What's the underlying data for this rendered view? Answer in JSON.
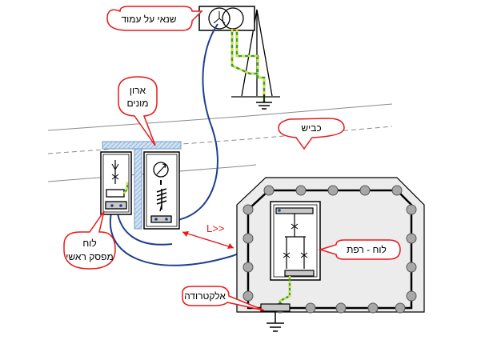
{
  "labels": {
    "pole_transformer": "שנאי על עמוד",
    "meter_cabinet_line1": "ארון",
    "meter_cabinet_line2": "מונים",
    "road": "כביש",
    "main_breaker_panel_line1": "לוח",
    "main_breaker_panel_line2": "מפסק ראשי",
    "floor_panel": "לוח - רפת",
    "electrode": "אלקטרודה",
    "distance_marker": "L>>"
  },
  "colors": {
    "callout_stroke": "#e8191b",
    "cable_blue": "#1f3f8f",
    "ground_yellow": "#e6dc2a",
    "ground_green": "#2ea043",
    "foundation_node": "#a0a0a0",
    "hatch": "#8fb4d8"
  }
}
